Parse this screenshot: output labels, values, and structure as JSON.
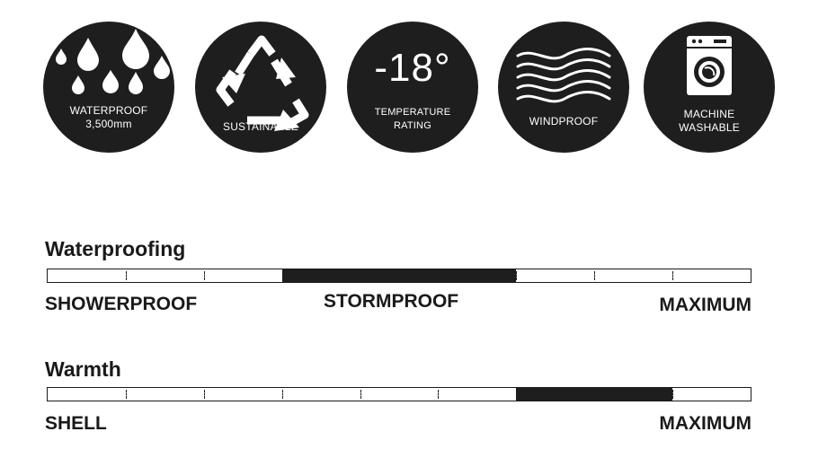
{
  "badges": {
    "waterproof": {
      "line1": "WATERPROOF",
      "line2": "3,500mm",
      "icon": "water-drops-icon"
    },
    "sustainable": {
      "line1": "SUSTAINABLE",
      "icon": "recycle-icon"
    },
    "temperature": {
      "value": "-18°",
      "line1": "TEMPERATURE",
      "line2": "RATING"
    },
    "windproof": {
      "line1": "WINDPROOF",
      "icon": "wind-waves-icon"
    },
    "washable": {
      "line1": "MACHINE",
      "line2": "WASHABLE",
      "icon": "washing-machine-icon"
    }
  },
  "scales": {
    "waterproofing": {
      "title": "Waterproofing",
      "segments": 9,
      "filled_from_segment": 4,
      "filled_to_segment": 6,
      "labels": {
        "left": "SHOWERPROOF",
        "middle": "STORMPROOF",
        "right": "MAXIMUM"
      }
    },
    "warmth": {
      "title": "Warmth",
      "segments": 9,
      "filled_from_segment": 7,
      "filled_to_segment": 8,
      "labels": {
        "left": "SHELL",
        "right": "MAXIMUM"
      }
    }
  },
  "colors": {
    "badge_bg": "#1e1e1e",
    "bar_fill": "#1e1e1e",
    "text": "#1a1a1a"
  }
}
